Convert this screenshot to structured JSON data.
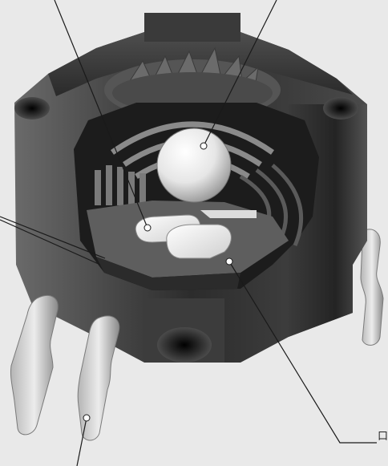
{
  "figure": {
    "kind": "cutaway illustration",
    "background_color": "#e9e9e9",
    "body_color": "#3a3a3a",
    "leader_line_color": "#1a1a1a",
    "callout_marker_color": "#ffffff",
    "labels": [
      {
        "id": "label-right-bottom",
        "text": "口"
      }
    ]
  }
}
